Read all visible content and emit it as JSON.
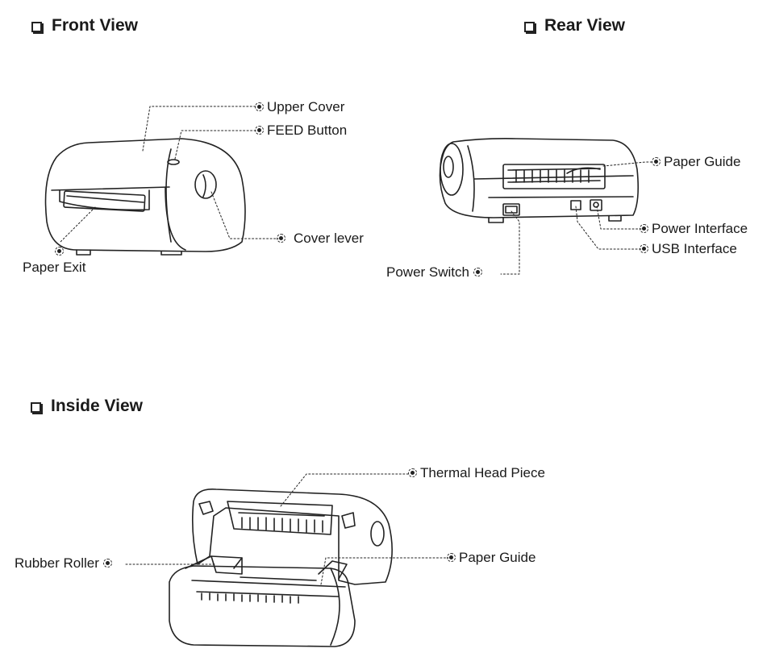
{
  "sections": {
    "front": "Front View",
    "rear": "Rear View",
    "inside": "Inside View"
  },
  "callouts": {
    "upper_cover": "Upper Cover",
    "feed_button": "FEED Button",
    "cover_lever": "Cover lever",
    "paper_exit": "Paper Exit",
    "paper_guide_rear": "Paper Guide",
    "power_interface": "Power Interface",
    "usb_interface": "USB Interface",
    "power_switch": "Power Switch",
    "thermal_head": "Thermal Head Piece",
    "rubber_roller": "Rubber Roller",
    "paper_guide_inside": "Paper Guide"
  },
  "colors": {
    "line": "#222222",
    "fill": "#ffffff"
  }
}
